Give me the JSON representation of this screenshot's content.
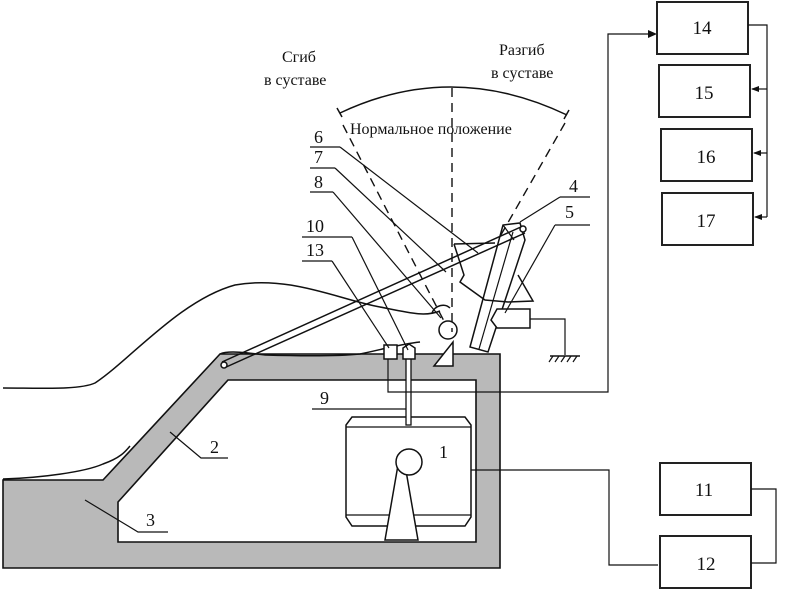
{
  "diagram": {
    "captions": {
      "flexion": [
        "Сгиб",
        "в суставе"
      ],
      "extension": [
        "Разгиб",
        "в суставе"
      ],
      "normal_position": "Нормальное положение"
    },
    "part_labels": {
      "p1": "1",
      "p2": "2",
      "p3": "3",
      "p4": "4",
      "p5": "5",
      "p6": "6",
      "p7": "7",
      "p8": "8",
      "p9": "9",
      "p10": "10",
      "p13": "13"
    },
    "blocks": {
      "b11": "11",
      "b12": "12",
      "b14": "14",
      "b15": "15",
      "b16": "16",
      "b17": "17"
    },
    "colors": {
      "frame_fill": "#b9b9b9",
      "line": "#111111",
      "background": "#ffffff"
    }
  }
}
